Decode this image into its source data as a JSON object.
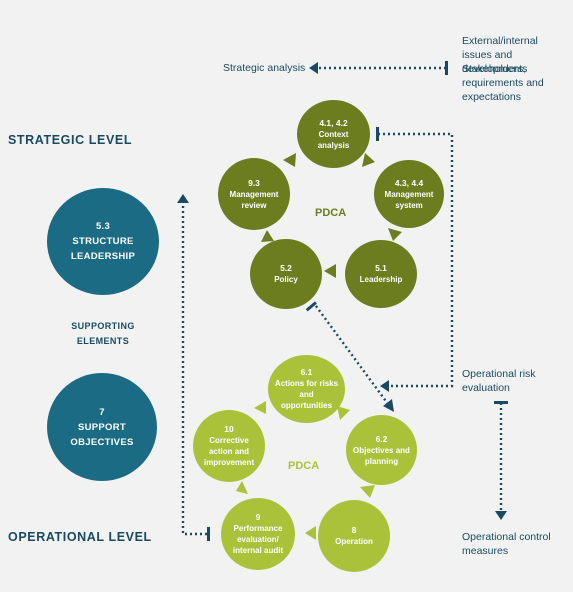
{
  "labels": {
    "strategic_analysis": "Strategic analysis",
    "external_issues": "External/internal issues and developments",
    "stakeholders": "Stakeholders, requirements and expectations",
    "operational_risk": "Operational risk evaluation",
    "operational_control": "Operational control measures"
  },
  "levels": {
    "strategic": "STRATEGIC LEVEL",
    "operational": "OPERATIONAL LEVEL"
  },
  "supporting": {
    "line1": "SUPPORTING",
    "line2": "ELEMENTS"
  },
  "support_circles": {
    "structure": {
      "num": "5.3",
      "line1": "STRUCTURE",
      "line2": "LEADERSHIP"
    },
    "support": {
      "num": "7",
      "line1": "SUPPORT",
      "line2": "OBJECTIVES"
    }
  },
  "strategic_cycle": {
    "center": "PDCA",
    "nodes": [
      {
        "num": "4.1, 4.2",
        "text": "Context analysis"
      },
      {
        "num": "4.3, 4.4",
        "text": "Management system"
      },
      {
        "num": "5.1",
        "text": "Leadership"
      },
      {
        "num": "5.2",
        "text": "Policy"
      },
      {
        "num": "9.3",
        "text": "Management review"
      }
    ]
  },
  "operational_cycle": {
    "center": "PDCA",
    "nodes": [
      {
        "num": "6.1",
        "text": "Actions for risks and opportunities"
      },
      {
        "num": "6.2",
        "text": "Objectives and planning"
      },
      {
        "num": "8",
        "text": "Operation"
      },
      {
        "num": "9",
        "text": "Performance evaluation/ internal audit"
      },
      {
        "num": "10",
        "text": "Corrective action and improvement"
      }
    ]
  },
  "colors": {
    "navy": "#1a4a63",
    "teal": "#1b6b85",
    "dark_green": "#6b7d1f",
    "light_green": "#a9c23a"
  }
}
